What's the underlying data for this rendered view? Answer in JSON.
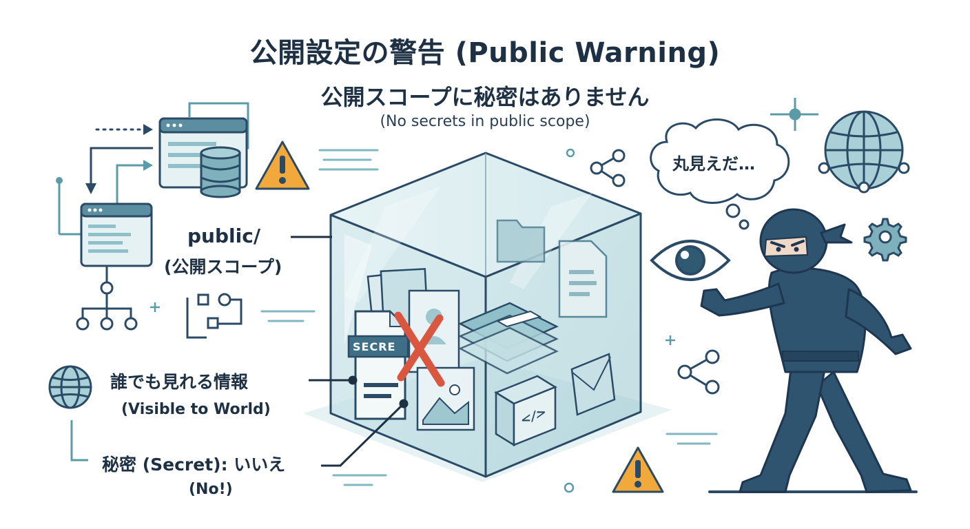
{
  "title": "公開設定の警告 (Public Warning)",
  "subtitle": "公開スコープに秘密はありません",
  "subtitle_en": "(No secrets in public scope)",
  "labels": {
    "public_dir": "public/",
    "public_scope": "(公開スコープ)",
    "visible_jp": "誰でも見れる情報",
    "visible_en": "(Visible to World)",
    "secret_jp": "秘密 (Secret): いいえ",
    "secret_no": "(No!)"
  },
  "thought_bubble": "丸見えだ…",
  "secret_tag": "SECRE",
  "code_tag": "</>",
  "colors": {
    "navy": "#2a4a66",
    "teal": "#5b9ba8",
    "light_teal": "#cfe6ea",
    "warning": "#f2a93b",
    "red_x": "#d9573f"
  }
}
